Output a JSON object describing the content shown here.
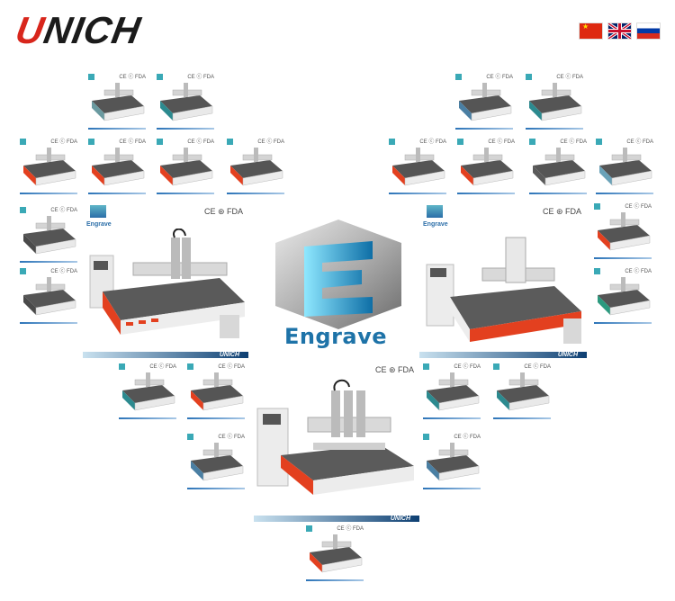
{
  "brand": {
    "logo_u": "U",
    "logo_rest": "NICH"
  },
  "languages": [
    {
      "name": "chinese-flag"
    },
    {
      "name": "uk-flag"
    },
    {
      "name": "russian-flag"
    }
  ],
  "center": {
    "wordmark": "Engrave"
  },
  "certification_text": "CE ⓒ FDA",
  "big_cards": [
    {
      "brand_label": "Engrave",
      "cert": "CE ⊛ FDA",
      "footer_brand": "UNICH"
    },
    {
      "brand_label": "Engrave",
      "cert": "CE ⊛ FDA",
      "footer_brand": "UNICH"
    },
    {
      "brand_label": "",
      "cert": "CE ⊛ FDA",
      "footer_brand": "UNICH"
    }
  ],
  "colors": {
    "brand_red": "#d8261c",
    "brand_dark": "#1b1b1b",
    "accent_blue": "#1e73a8",
    "teal": "#3aa9b6"
  }
}
